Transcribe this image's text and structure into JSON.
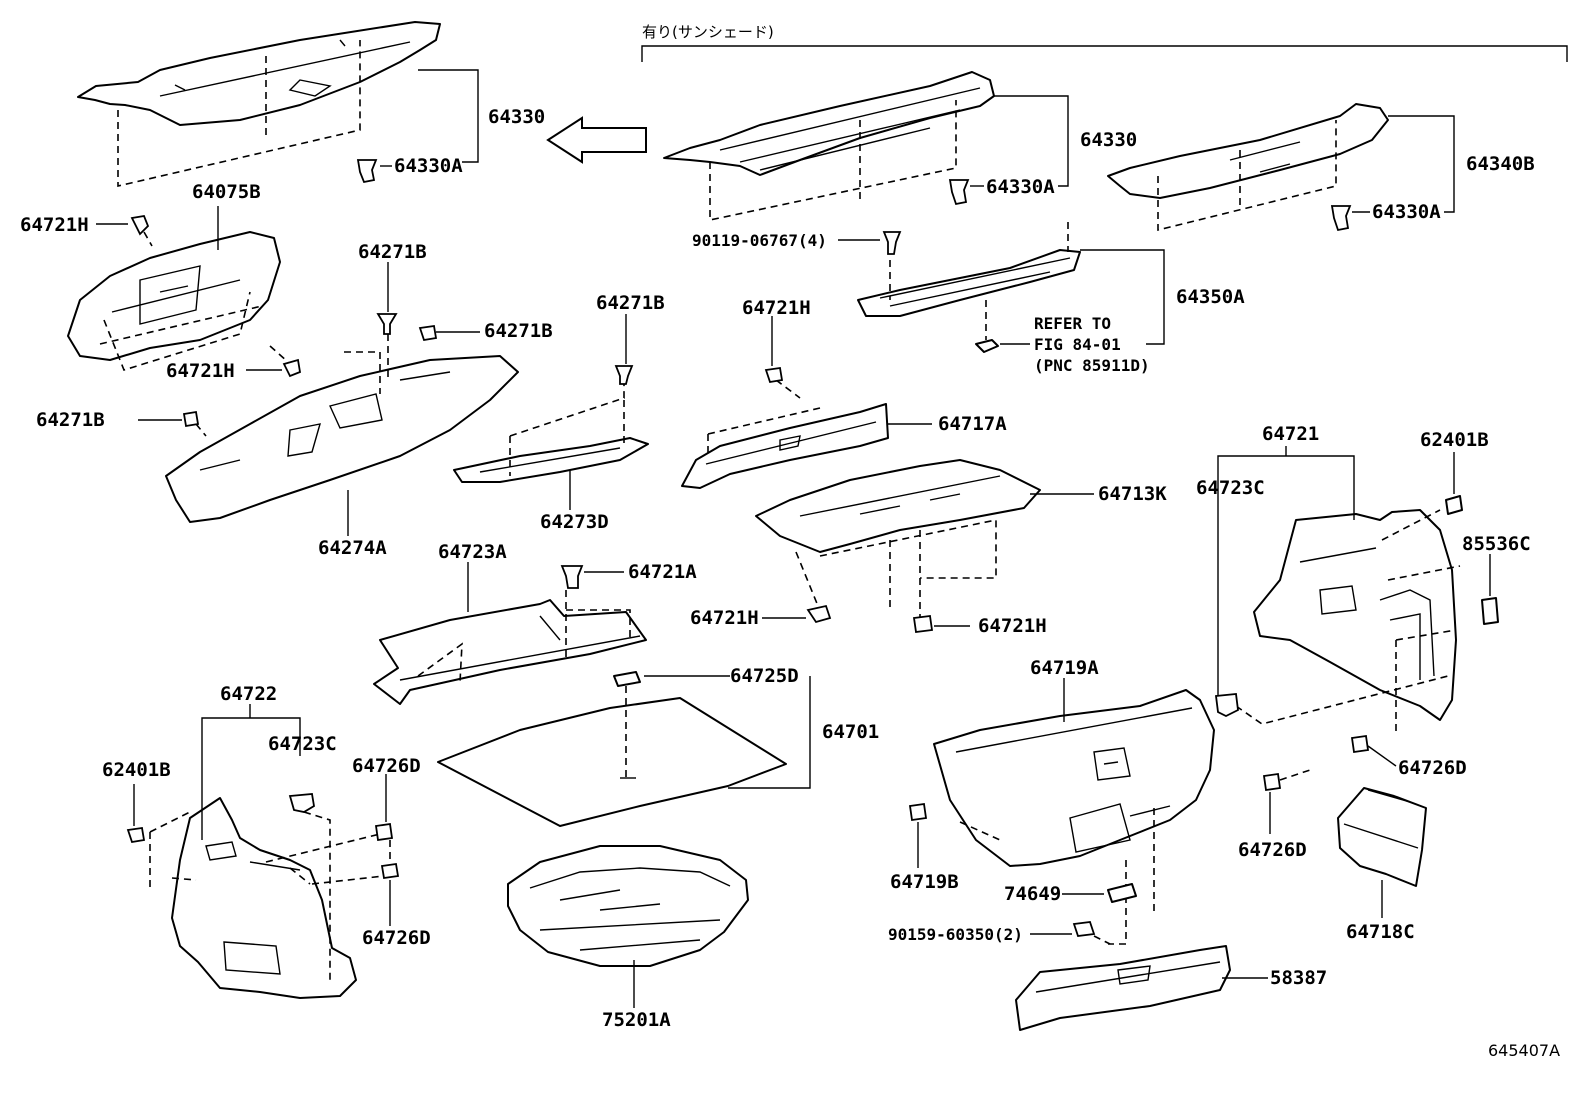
{
  "header_note": "有り(サンシェード)",
  "figure_code": "645407A",
  "refer_note": [
    "REFER TO",
    "FIG 84-01",
    "(PNC 85911D)"
  ],
  "labels": {
    "p64330_left": "64330",
    "p64330A_left": "64330A",
    "p64330_mid": "64330",
    "p64330A_mid": "64330A",
    "p64340B": "64340B",
    "p64330A_right": "64330A",
    "p90119": "90119-06767(4)",
    "p64350A": "64350A",
    "p64075B": "64075B",
    "p64721H_a": "64721H",
    "p64721H_b": "64721H",
    "p64271B_a": "64271B",
    "p64271B_b": "64271B",
    "p64271B_c": "64271B",
    "p64271B_d": "64271B",
    "p64274A": "64274A",
    "p64273D": "64273D",
    "p64721H_c": "64721H",
    "p64717A": "64717A",
    "p64713K": "64713K",
    "p64721H_d": "64721H",
    "p64721H_e": "64721H",
    "p64723A": "64723A",
    "p64721A": "64721A",
    "p64725D": "64725D",
    "p64701": "64701",
    "p64722": "64722",
    "p62401B_left": "62401B",
    "p64723C_left": "64723C",
    "p64726D_a": "64726D",
    "p64726D_b": "64726D",
    "p75201A": "75201A",
    "p64719A": "64719A",
    "p64719B": "64719B",
    "p74649": "74649",
    "p90159": "90159-60350(2)",
    "p58387": "58387",
    "p64721": "64721",
    "p64723C_right": "64723C",
    "p62401B_right": "62401B",
    "p85536C": "85536C",
    "p64726D_c": "64726D",
    "p64726D_d": "64726D",
    "p64718C": "64718C"
  }
}
